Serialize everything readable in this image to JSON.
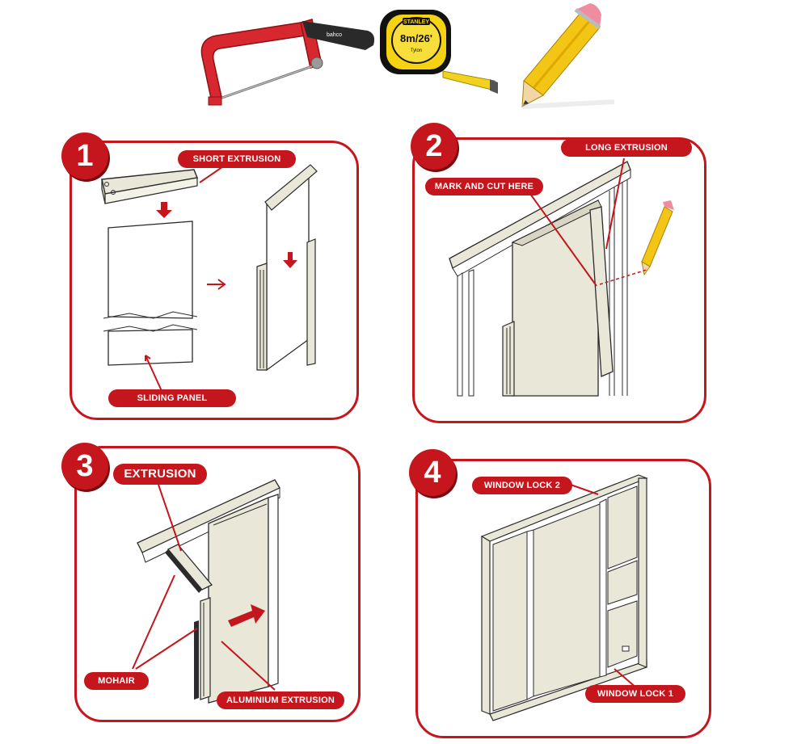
{
  "tools": {
    "hacksaw": {
      "brand": "bahco"
    },
    "tape_measure": {
      "brand": "STANLEY",
      "size": "8m/26'",
      "model": "Tylon"
    },
    "pencil": {}
  },
  "colors": {
    "accent": "#c4161c",
    "panel": "#e9e8d8",
    "line": "#2b2b2b"
  },
  "steps": [
    {
      "number": "1",
      "labels": {
        "short_extrusion": "SHORT EXTRUSION",
        "sliding_panel": "SLIDING PANEL"
      }
    },
    {
      "number": "2",
      "labels": {
        "long_extrusion": "LONG EXTRUSION",
        "mark_and_cut": "MARK AND CUT HERE"
      }
    },
    {
      "number": "3",
      "labels": {
        "extrusion": "EXTRUSION",
        "mohair": "MOHAIR",
        "aluminium_extrusion": "ALUMINIUM EXTRUSION"
      }
    },
    {
      "number": "4",
      "labels": {
        "window_lock_2": "WINDOW LOCK 2",
        "window_lock_1": "WINDOW LOCK 1"
      }
    }
  ]
}
